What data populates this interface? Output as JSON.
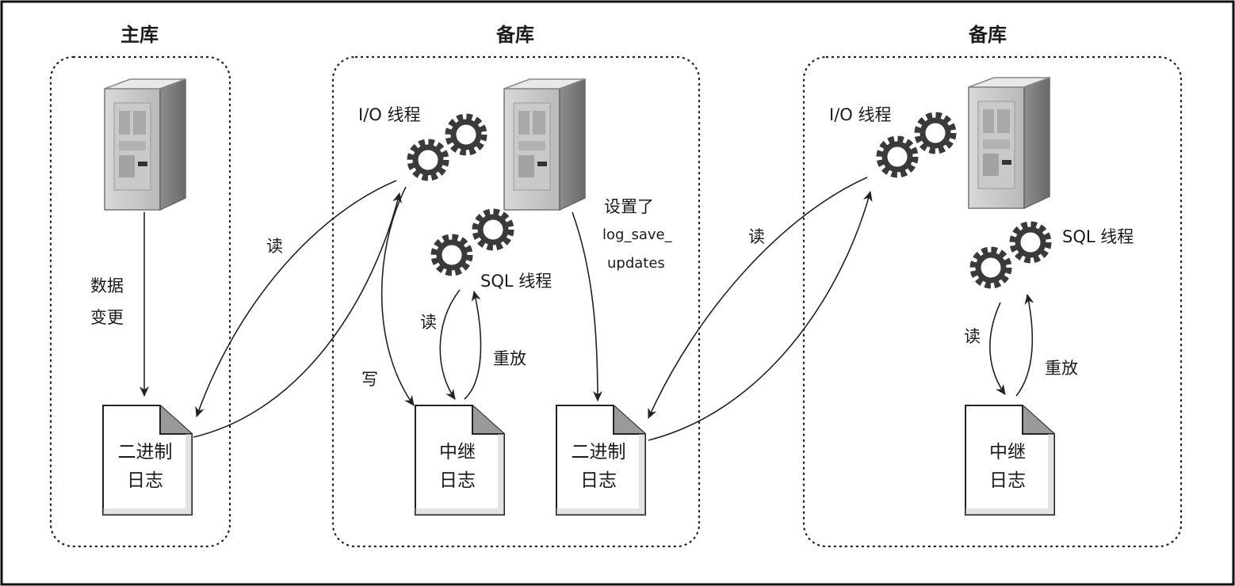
{
  "panels": {
    "master": {
      "title": "主库",
      "edge_label_1": "数据",
      "edge_label_2": "变更",
      "binlog": [
        "二进制",
        "日志"
      ]
    },
    "replica1": {
      "title": "备库",
      "io_thread": "I/O 线程",
      "sql_thread": "SQL 线程",
      "write_label": "写",
      "read_label": "读",
      "replay_label": "重放",
      "relay_log": [
        "中继",
        "日志"
      ],
      "binlog": [
        "二进制",
        "日志"
      ],
      "note": [
        "设置了",
        "log_save_",
        "updates"
      ]
    },
    "replica2": {
      "title": "备库",
      "io_thread": "I/O 线程",
      "sql_thread": "SQL 线程",
      "read_label": "读",
      "replay_label": "重放",
      "relay_log": [
        "中继",
        "日志"
      ]
    }
  },
  "cross_labels": {
    "read_1": "读",
    "read_2": "读"
  },
  "icons": [
    "server-icon",
    "gears-icon",
    "document-icon"
  ]
}
